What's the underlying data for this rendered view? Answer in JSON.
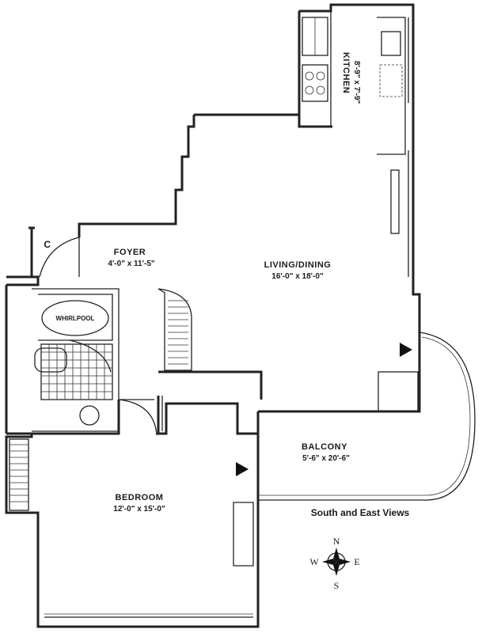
{
  "rooms": {
    "kitchen": {
      "name": "KITCHEN",
      "dims": "8'-9\" x 7'-9\""
    },
    "foyer": {
      "name": "FOYER",
      "dims": "4'-0\" x 11'-5\""
    },
    "living": {
      "name": "LIVING/DINING",
      "dims": "16'-0\" x 18'-0\""
    },
    "bedroom": {
      "name": "BEDROOM",
      "dims": "12'-0\" x 15'-0\""
    },
    "balcony": {
      "name": "BALCONY",
      "dims": "5'-6\" x 20'-6\""
    },
    "closet": {
      "name": "C"
    },
    "bath": {
      "fixture": "WHIRLPOOL"
    }
  },
  "views_note": "South and East Views",
  "compass": {
    "n": "N",
    "s": "S",
    "e": "E",
    "w": "W"
  }
}
